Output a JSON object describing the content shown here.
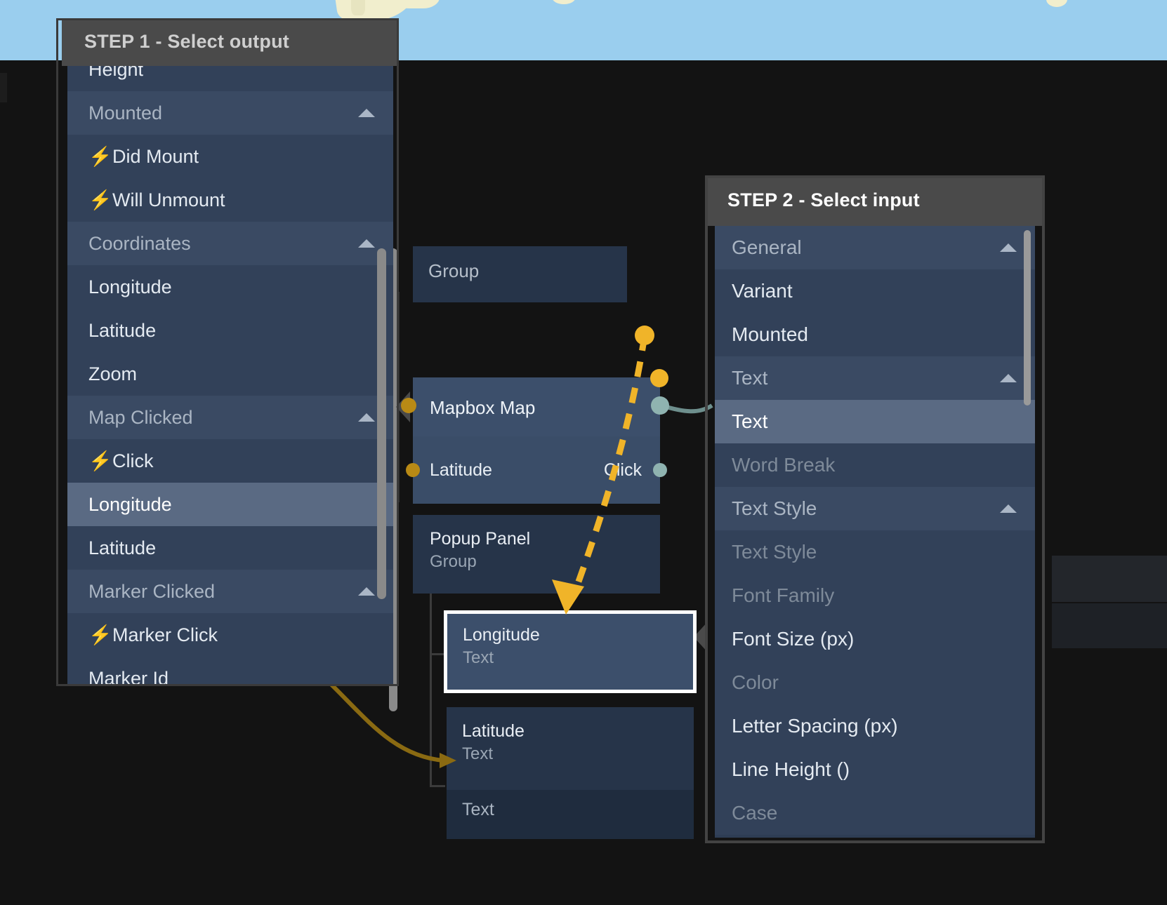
{
  "step1": {
    "title": "STEP 1 - Select output",
    "options": [
      {
        "label": "Height",
        "kind": "child",
        "clipped": true
      },
      {
        "label": "Mounted",
        "kind": "group",
        "chevron": "chevron-up-icon"
      },
      {
        "label": "Did Mount",
        "kind": "event"
      },
      {
        "label": "Will Unmount",
        "kind": "event"
      },
      {
        "label": "Coordinates",
        "kind": "group",
        "chevron": "chevron-up-icon"
      },
      {
        "label": "Longitude",
        "kind": "child"
      },
      {
        "label": "Latitude",
        "kind": "child"
      },
      {
        "label": "Zoom",
        "kind": "child"
      },
      {
        "label": "Map Clicked",
        "kind": "group",
        "chevron": "chevron-up-icon"
      },
      {
        "label": "Click",
        "kind": "event"
      },
      {
        "label": "Longitude",
        "kind": "selected"
      },
      {
        "label": "Latitude",
        "kind": "child"
      },
      {
        "label": "Marker Clicked",
        "kind": "group",
        "chevron": "chevron-up-icon"
      },
      {
        "label": "Marker Click",
        "kind": "event"
      },
      {
        "label": "Marker Id",
        "kind": "child",
        "clipped": true
      }
    ]
  },
  "step2": {
    "title": "STEP 2 - Select input",
    "options": [
      {
        "label": "General",
        "kind": "group",
        "chevron": "chevron-up-icon"
      },
      {
        "label": "Variant",
        "kind": "child"
      },
      {
        "label": "Mounted",
        "kind": "child"
      },
      {
        "label": "Text",
        "kind": "group",
        "chevron": "chevron-up-icon"
      },
      {
        "label": "Text",
        "kind": "selected"
      },
      {
        "label": "Word Break",
        "kind": "dim"
      },
      {
        "label": "Text Style",
        "kind": "group",
        "chevron": "chevron-up-icon"
      },
      {
        "label": "Text Style",
        "kind": "dim"
      },
      {
        "label": "Font Family",
        "kind": "dim"
      },
      {
        "label": "Font Size (px)",
        "kind": "child"
      },
      {
        "label": "Color",
        "kind": "dim"
      },
      {
        "label": "Letter Spacing (px)",
        "kind": "child"
      },
      {
        "label": "Line Height ()",
        "kind": "child"
      },
      {
        "label": "Case",
        "kind": "dim"
      }
    ]
  },
  "graph": {
    "nodes": [
      {
        "name": "group-top",
        "title": "",
        "sub": "Group"
      },
      {
        "name": "mapbox-map",
        "title": "Mapbox Map",
        "port_in": "Latitude",
        "port_out": "Click"
      },
      {
        "name": "popup-panel",
        "title": "Popup Panel",
        "sub": "Group"
      },
      {
        "name": "longitude",
        "title": "Longitude",
        "sub": "Text"
      },
      {
        "name": "latitude",
        "title": "Latitude",
        "sub": "Text"
      },
      {
        "name": "text-bottom",
        "title": "Text",
        "sub": ""
      }
    ]
  },
  "colors": {
    "wire_active": "#f0b429",
    "wire_idle": "#8a6a12",
    "port_out": "#8fb3b0",
    "port_in": "#b98a15",
    "node_bg": "#2b3a50",
    "node_sel_border": "#ffffff",
    "panel_header": "#4a4a4a",
    "list_bg": "#2e3d54",
    "selected_row": "#5a6a83",
    "map_water": "#9aceee",
    "map_land": "#f1eecd"
  }
}
